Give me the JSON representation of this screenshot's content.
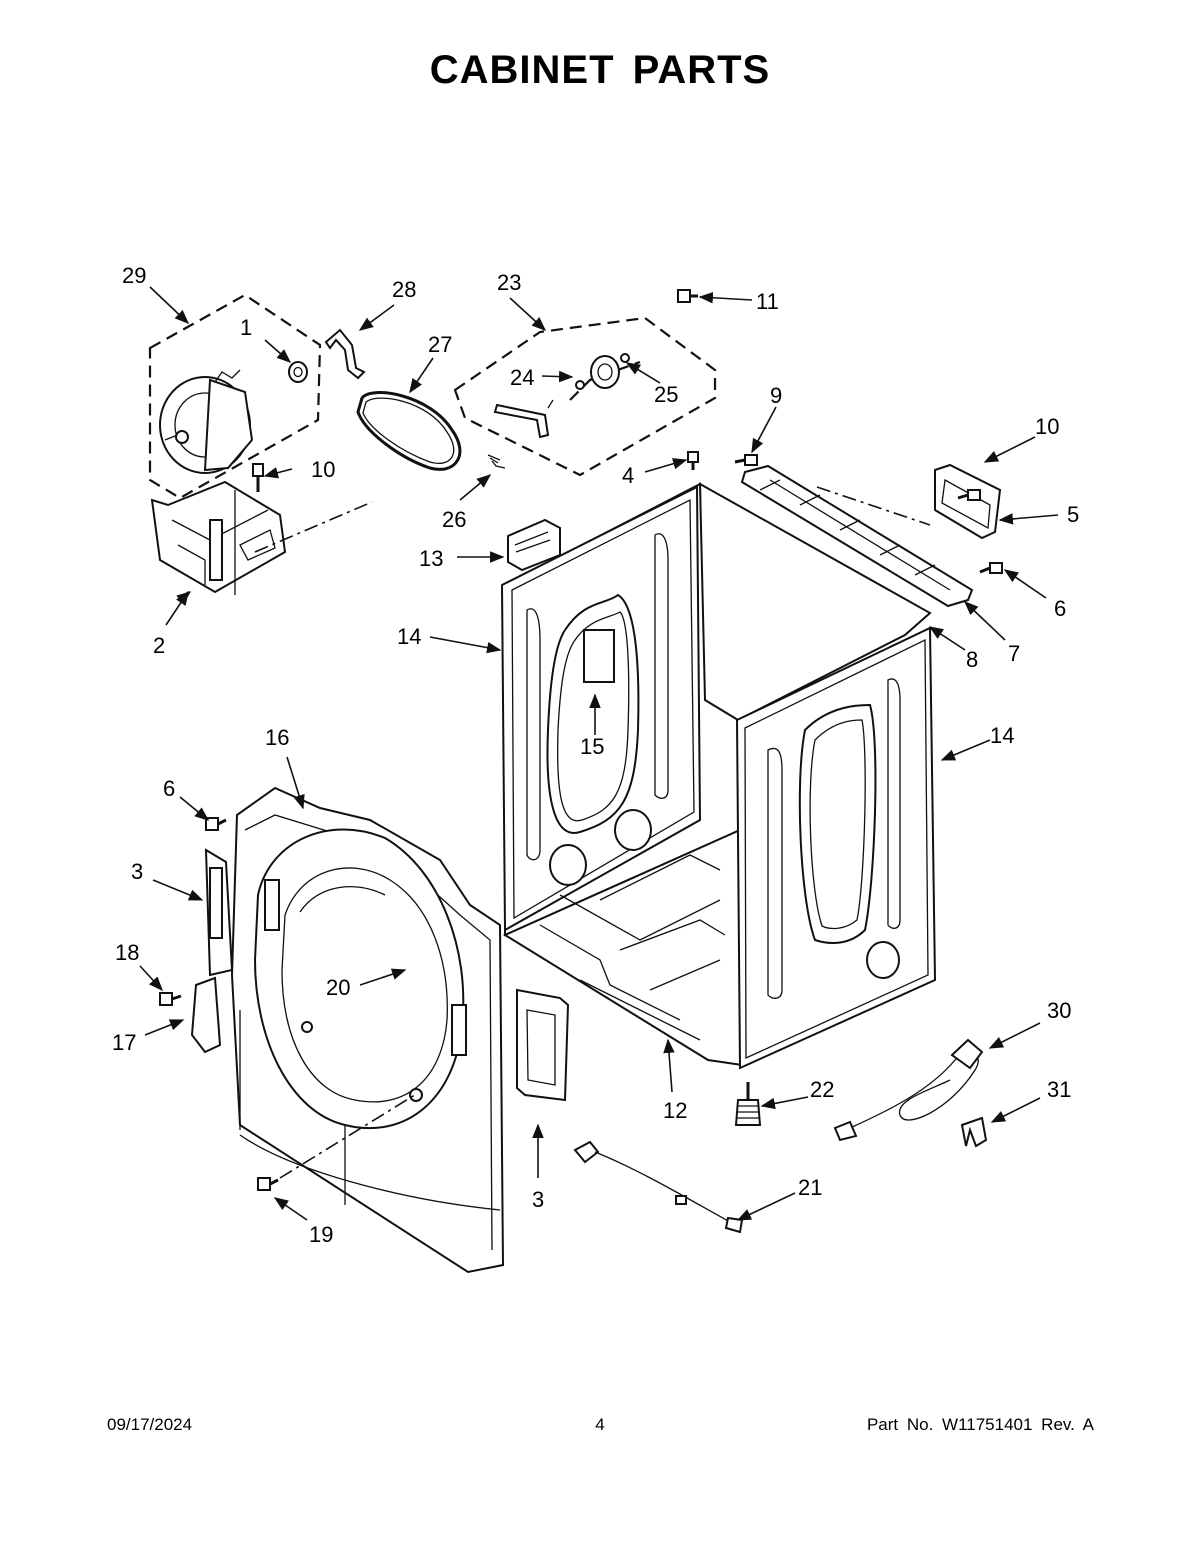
{
  "title": "CABINET PARTS",
  "callouts": {
    "c1": "1",
    "c2": "2",
    "c3a": "3",
    "c3b": "3",
    "c4": "4",
    "c5": "5",
    "c6a": "6",
    "c6b": "6",
    "c7": "7",
    "c8": "8",
    "c9": "9",
    "c10a": "10",
    "c10b": "10",
    "c11": "11",
    "c12": "12",
    "c13": "13",
    "c14a": "14",
    "c14b": "14",
    "c15": "15",
    "c16": "16",
    "c17": "17",
    "c18": "18",
    "c19": "19",
    "c20": "20",
    "c21": "21",
    "c22": "22",
    "c23": "23",
    "c24": "24",
    "c25": "25",
    "c26": "26",
    "c27": "27",
    "c28": "28",
    "c29": "29",
    "c30": "30",
    "c31": "31"
  },
  "footer": {
    "date": "09/17/2024",
    "page": "4",
    "part_number": "Part No.  W11751401  Rev.  A"
  }
}
